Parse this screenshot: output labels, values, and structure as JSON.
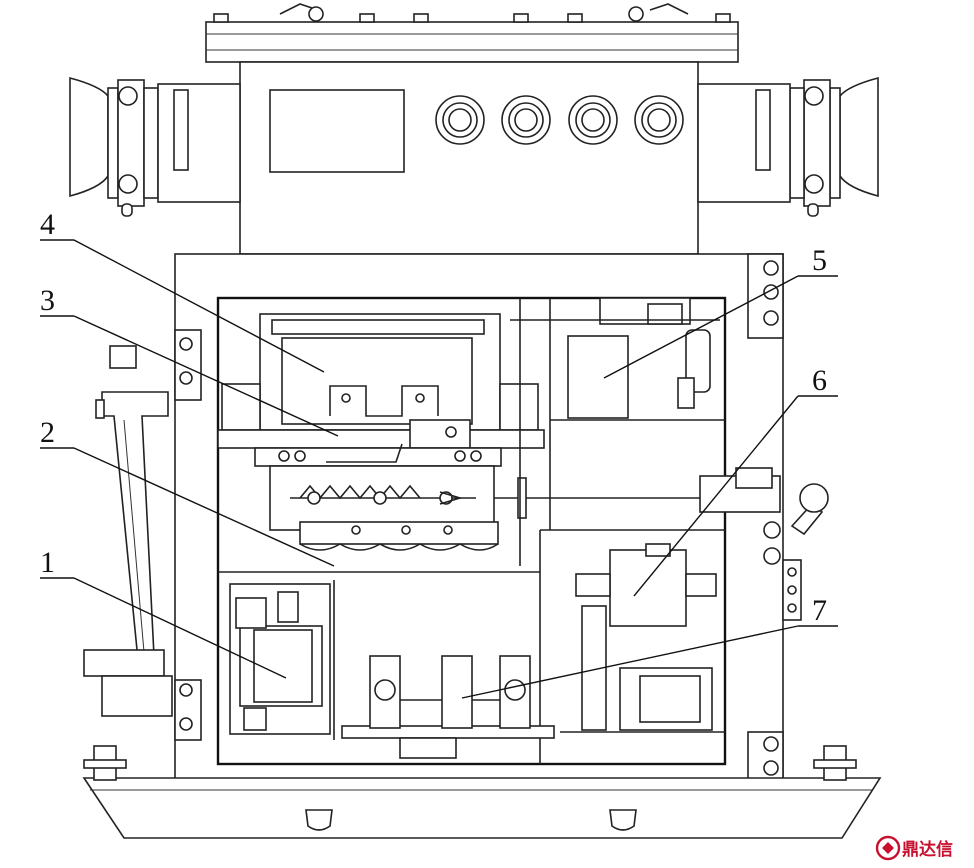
{
  "callouts": {
    "c1": "1",
    "c2": "2",
    "c3": "3",
    "c4": "4",
    "c5": "5",
    "c6": "6",
    "c7": "7"
  },
  "watermark": {
    "text": "鼎达信",
    "color": "#c8102e"
  },
  "colors": {
    "line": "#222222",
    "background": "#ffffff"
  }
}
